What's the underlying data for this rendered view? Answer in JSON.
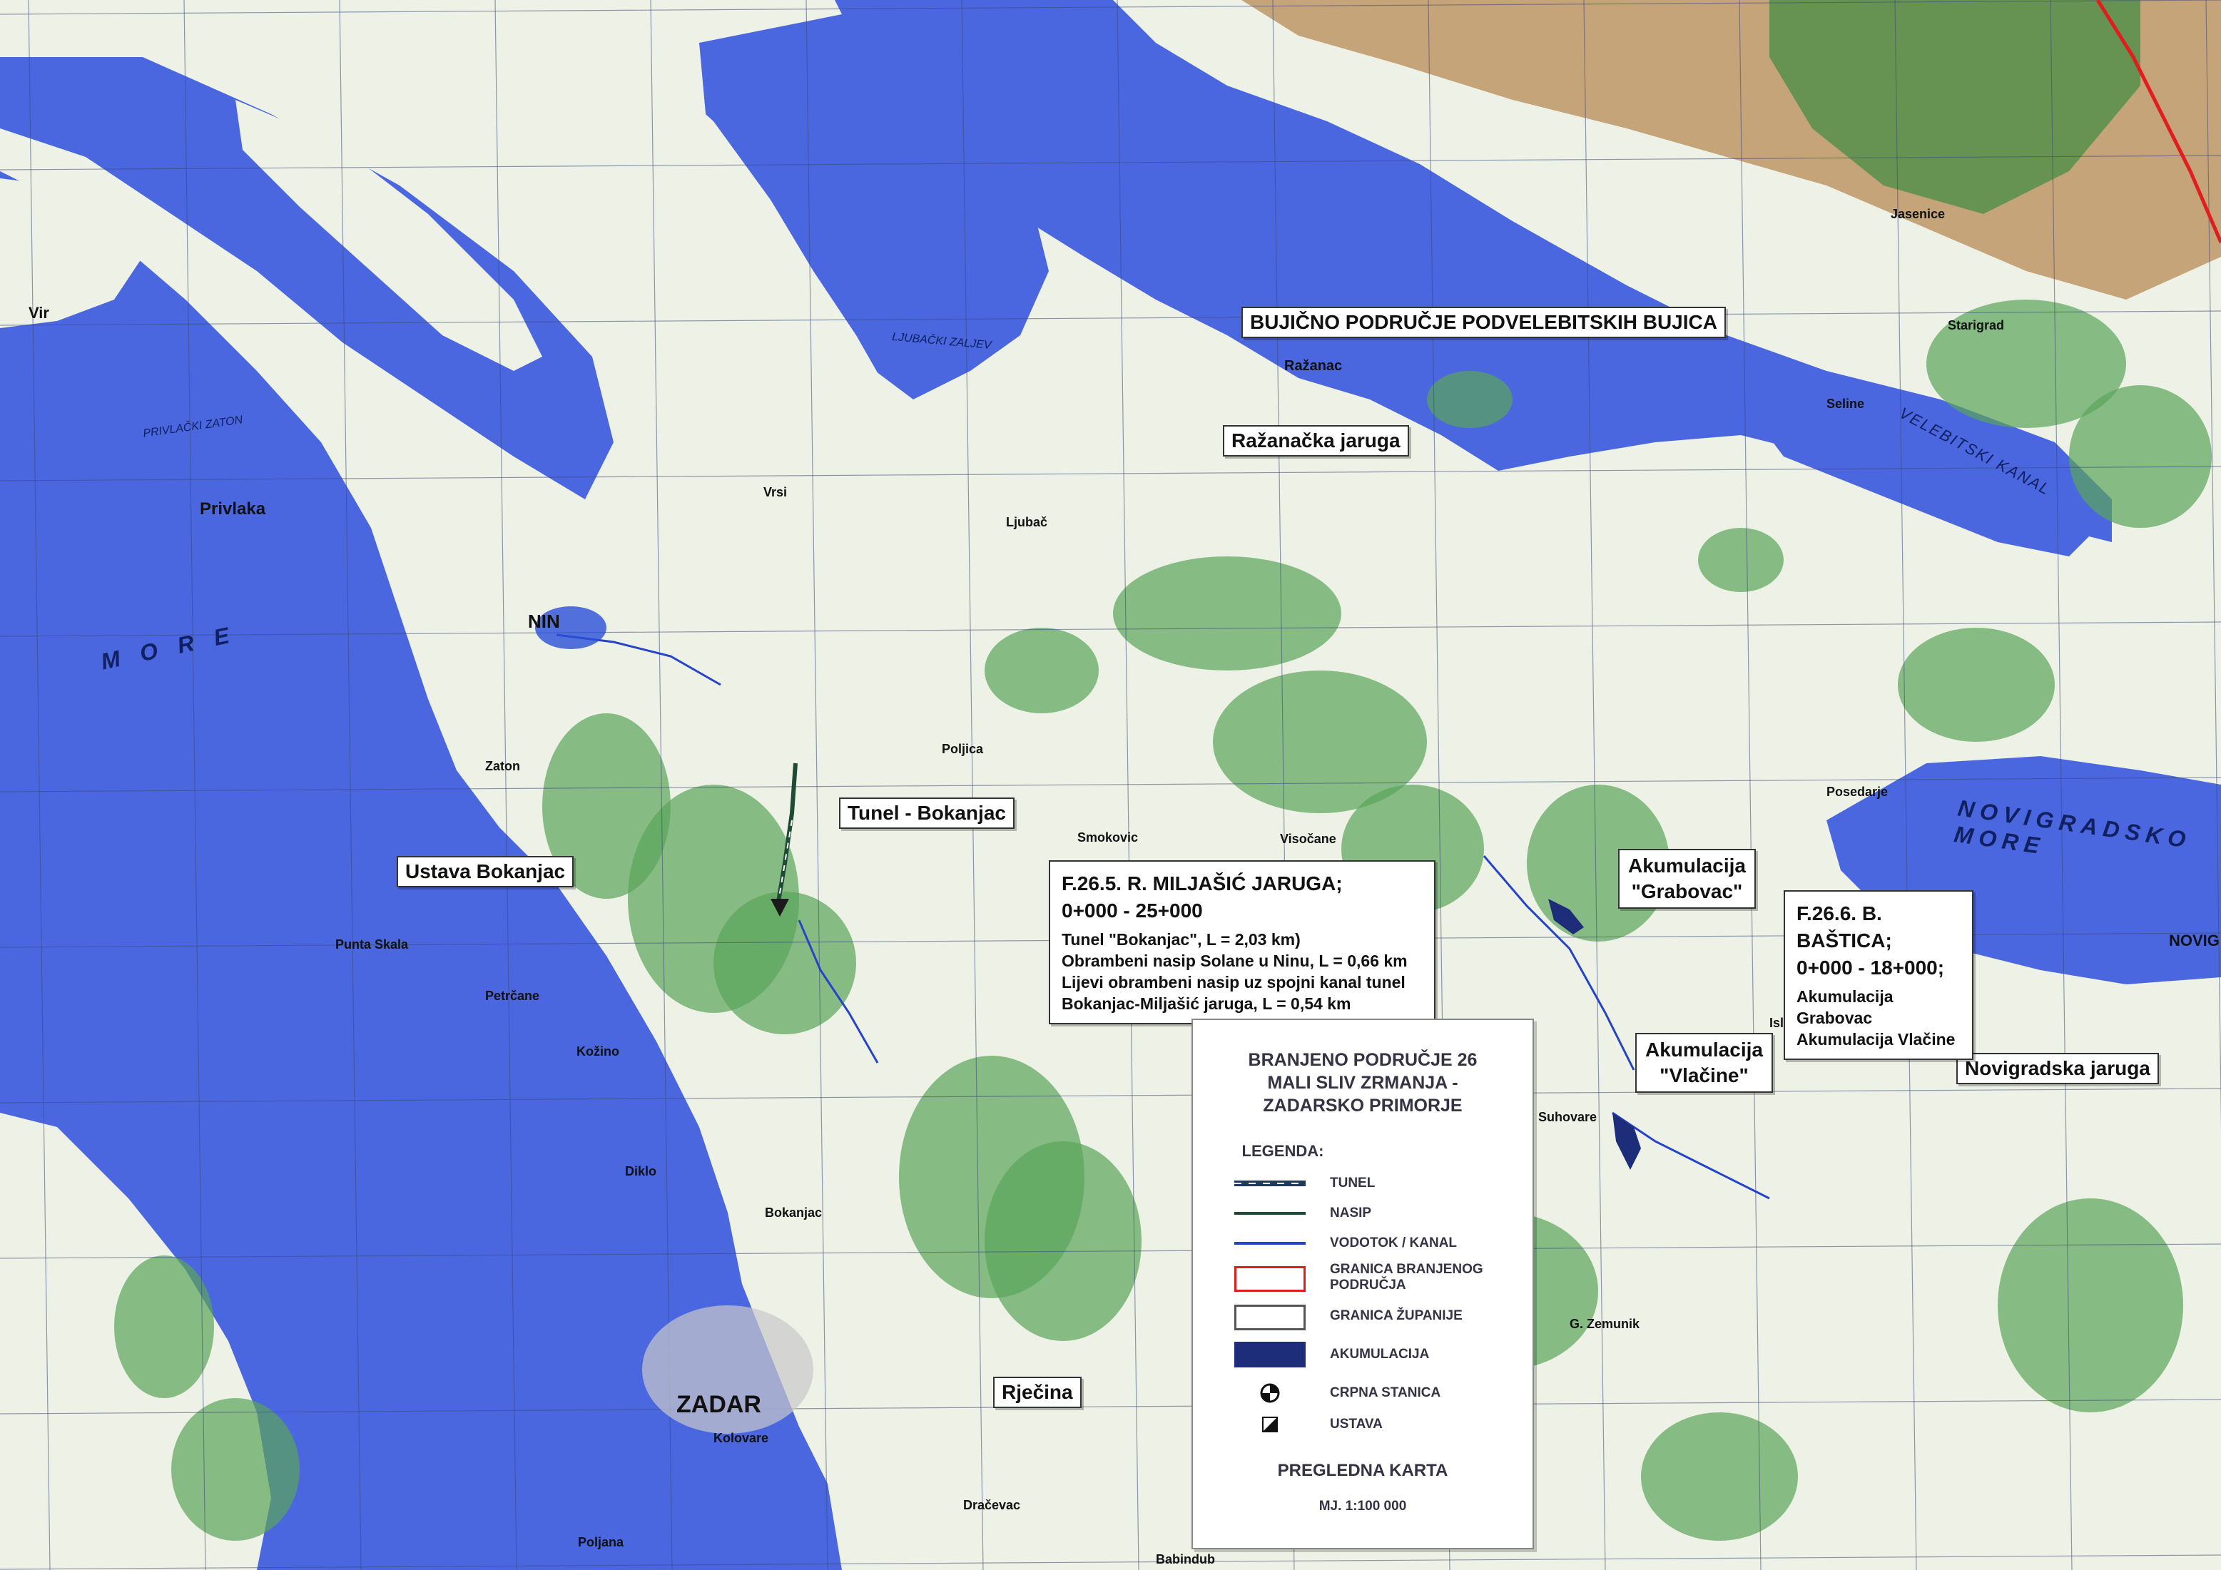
{
  "colors": {
    "sea": "#4a67e0",
    "land": "#eef2e6",
    "forest": "#5aa55a",
    "mountain": "#b88a55",
    "county_border": "#e11d1d",
    "grid": "#3d4a7a",
    "tunnel": "#1f3a5f",
    "embankment": "#1f4a35",
    "watercourse": "#2544c8",
    "reservoir": "#1d2d7a"
  },
  "labels": {
    "bujicno": "BUJIČNO PODRUČJE PODVELEBITSKIH BUJICA",
    "razanacka": "Ražanačka jaruga",
    "tunel": "Tunel - Bokanjac",
    "ustava": "Ustava Bokanjac",
    "grabovac_1": "Akumulacija",
    "grabovac_2": "\"Grabovac\"",
    "vlacine_1": "Akumulacija",
    "vlacine_2": "\"Vlačine\"",
    "novigradska": "Novigradska jaruga",
    "rjecina": "Rječina"
  },
  "info_miljasic": {
    "head1": "F.26.5. R. MILJAŠIĆ JARUGA;",
    "head2": "0+000 - 25+000",
    "line1": "Tunel \"Bokanjac\", L = 2,03 km)",
    "line2": "Obrambeni nasip Solane u Ninu, L = 0,66 km",
    "line3": "Lijevi obrambeni nasip uz spojni kanal tunel",
    "line4": "Bokanjac-Miljašić jaruga, L = 0,54 km"
  },
  "info_bastica": {
    "head1": "F.26.6. B. BAŠTICA;",
    "head2": "0+000 - 18+000;",
    "line1": "Akumulacija Grabovac",
    "line2": "Akumulacija Vlačine"
  },
  "legend": {
    "title1": "BRANJENO PODRUČJE 26",
    "title2": "MALI SLIV ZRMANJA -",
    "title3": "ZADARSKO PRIMORJE",
    "heading": "LEGENDA:",
    "items": [
      {
        "label": "TUNEL",
        "icon": "tunnel-line"
      },
      {
        "label": "NASIP",
        "icon": "embankment-line"
      },
      {
        "label": "VODOTOK / KANAL",
        "icon": "watercourse-line"
      },
      {
        "label": "GRANICA BRANJENOG PODRUČJA",
        "icon": "red-rectangle"
      },
      {
        "label": "GRANICA ŽUPANIJE",
        "icon": "gray-rectangle"
      },
      {
        "label": "AKUMULACIJA",
        "icon": "reservoir-fill"
      },
      {
        "label": "CRPNA STANICA",
        "icon": "pump-station-icon"
      },
      {
        "label": "USTAVA",
        "icon": "weir-icon"
      }
    ],
    "footer": "PREGLEDNA KARTA",
    "scale": "MJ. 1:100 000"
  },
  "places": {
    "zadar": "ZADAR",
    "nin": "NIN",
    "privlaka": "Privlaka",
    "razanac": "Ražanac",
    "posedarje": "Posedarje",
    "novigrad": "NOVIG",
    "bokanjac": "Bokanjac",
    "diklo": "Diklo",
    "kozino": "Kožino",
    "petrcane": "Petrčane",
    "zaton": "Zaton",
    "suhovare": "Suhovare",
    "islam_grcki": "Islam Grčki",
    "poljica": "Poljica",
    "smokovic": "Smokovic",
    "visocane": "Visočane",
    "zemunik": "G. Zemunik",
    "babindub": "Babindub",
    "vir": "Vir",
    "seline": "Seline",
    "starigrad": "Starigrad",
    "jasenice": "Jasenice",
    "ljubac": "Ljubač",
    "vrsi": "Vrsi",
    "punta_skala": "Punta Skala",
    "dracevac": "Dračevac",
    "poljana": "Poljana",
    "kolovare": "Kolovare"
  },
  "sea_names": {
    "ljubacki": "LJUBAČKI ZALJEV",
    "privlacki": "PRIVLAČKI ZATON",
    "velebitski": "VELEBITSKI KANAL",
    "novigradsko": "NOVIGRADSKO MORE",
    "more": "M O R E"
  }
}
